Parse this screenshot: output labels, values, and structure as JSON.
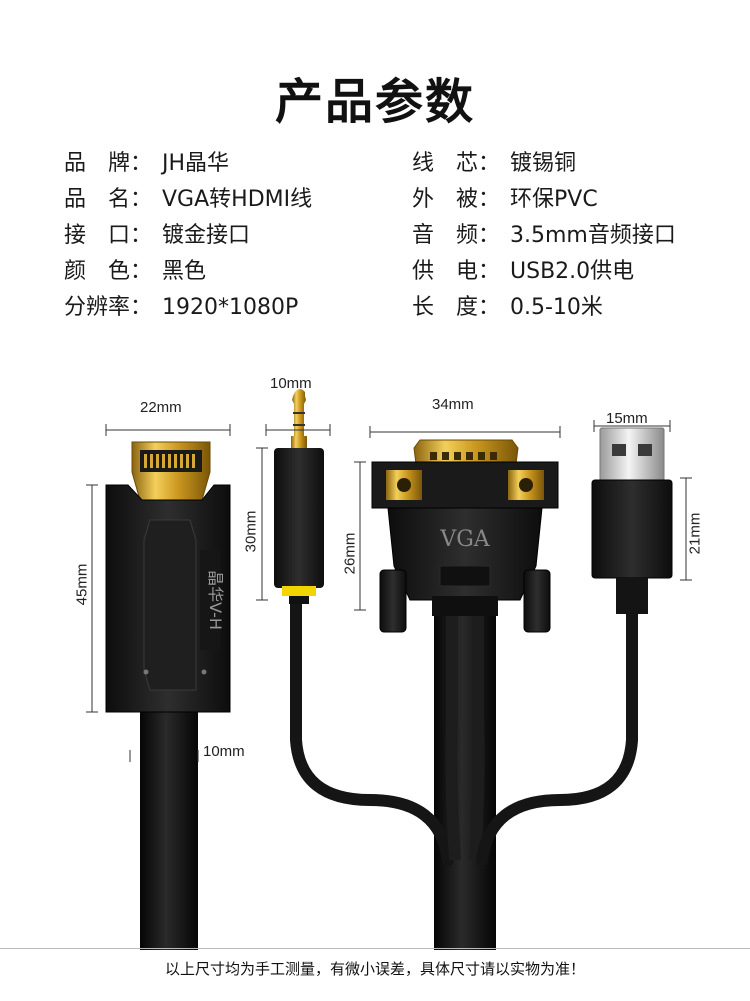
{
  "title": "产品参数",
  "specs": [
    {
      "key": "品　牌：",
      "value": "JH晶华"
    },
    {
      "key": "线　芯：",
      "value": "镀锡铜"
    },
    {
      "key": "品　名：",
      "value": "VGA转HDMI线"
    },
    {
      "key": "外　被：",
      "value": "环保PVC"
    },
    {
      "key": "接　口：",
      "value": "镀金接口"
    },
    {
      "key": "音　频：",
      "value": "3.5mm音频接口"
    },
    {
      "key": "颜　色：",
      "value": "黑色"
    },
    {
      "key": "供　电：",
      "value": "USB2.0供电"
    },
    {
      "key": "分辨率：",
      "value": "1920*1080P"
    },
    {
      "key": "长　度：",
      "value": "0.5-10米"
    }
  ],
  "dimensions": {
    "hdmi_width": "22mm",
    "hdmi_height": "45mm",
    "hdmi_cable": "10mm",
    "audio_width": "10mm",
    "audio_height": "30mm",
    "vga_width": "34mm",
    "vga_height": "26mm",
    "usb_width": "15mm",
    "usb_height": "21mm"
  },
  "labels": {
    "vga_text": "VGA",
    "hdmi_brand_text": "晶华V-H"
  },
  "colors": {
    "gold": "#d9a520",
    "cable": "#141414",
    "audio_ring": "#f2d400"
  },
  "footer": "以上尺寸均为手工测量，有微小误差，具体尺寸请以实物为准！"
}
